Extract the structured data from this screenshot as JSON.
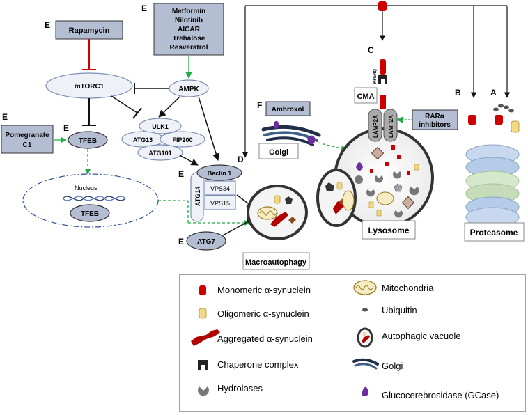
{
  "labels": {
    "letters": {
      "e_rapamycin": "E",
      "e_drugs": "E",
      "e_pomegranate": "E",
      "e_tfeb": "E",
      "e_beclin": "E",
      "e_atg7": "E",
      "d": "D",
      "f": "F",
      "c": "C",
      "b": "B",
      "a": "A"
    },
    "rapamycin": "Rapamycin",
    "drugs": [
      "Metformin",
      "Nilotinib",
      "AICAR",
      "Trehalose",
      "Resveratrol"
    ],
    "mtorc1": "mTORC1",
    "ampk": "AMPK",
    "pomegranate": [
      "Pomegranate",
      "C1"
    ],
    "tfeb": "TFEB",
    "tfeb_nucleus": "TFEB",
    "nucleus": "Nucleus",
    "ulk1": "ULK1",
    "atg13": "ATG13",
    "fip200": "FIP200",
    "atg101": "ATG101",
    "beclin1": "Beclin 1",
    "atg14": "ATG14",
    "vps34": "VPS34",
    "vps15": "VPS15",
    "atg7": "ATG7",
    "macroautophagy": "Macroautophagy",
    "ambroxol": "Ambroxol",
    "golgi": "Golgi",
    "kferq": "KFERQ",
    "cma": "CMA",
    "lamp2a": "LAMP2A",
    "rara": [
      "RARα",
      "inhibitors"
    ],
    "lysosome": "Lysosome",
    "proteasome": "Proteasome"
  },
  "legend": [
    {
      "icon": "monomer-icon",
      "text": "Monomeric α-synuclein"
    },
    {
      "icon": "oligomer-icon",
      "text": "Oligomeric α-synuclein"
    },
    {
      "icon": "aggregate-icon",
      "text": "Aggregated α-synuclein"
    },
    {
      "icon": "chaperone-icon",
      "text": "Chaperone complex"
    },
    {
      "icon": "hydrolase-icon",
      "text": "Hydrolases"
    },
    {
      "icon": "mitochondria-icon",
      "text": "Mitochondria"
    },
    {
      "icon": "ubiquitin-icon",
      "text": "Ubiquitin"
    },
    {
      "icon": "autophagic-vacuole-icon",
      "text": "Autophagic vacuole"
    },
    {
      "icon": "golgi-icon",
      "text": "Golgi"
    },
    {
      "icon": "gcase-icon",
      "text": "Glucocerebrosidase (GCase)"
    }
  ],
  "colors": {
    "box_fill": "#b4bed2",
    "ellipse_fill": "#eef1f8",
    "inhibit_red": "#d00000",
    "activate_green": "#22aa44",
    "monomer_red": "#cc0000"
  }
}
